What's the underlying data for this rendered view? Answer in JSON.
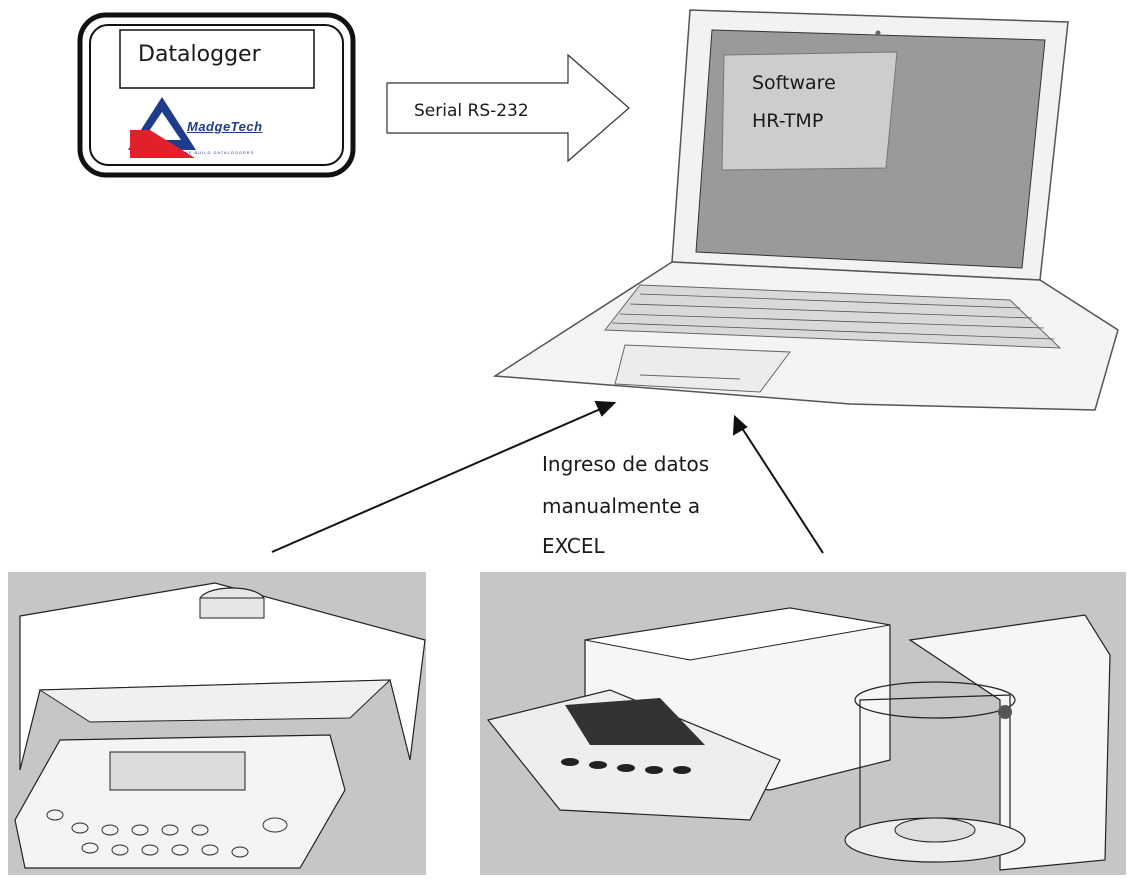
{
  "datalogger": {
    "label": "Datalogger",
    "brand": "MadgeTech",
    "tagline": "WE BUILD DATALOGGERS"
  },
  "connection": {
    "label": "Serial RS-232"
  },
  "software": {
    "line1": "Software",
    "line2": "HR-TMP"
  },
  "manual_entry": {
    "line1": "Ingreso de datos",
    "line2": "manualmente a",
    "line3": "EXCEL"
  },
  "colors": {
    "logo_blue": "#1d3c8c",
    "logo_red": "#e0202a",
    "photo_bg": "#c6c6c8",
    "screen": "#9a9a9a"
  }
}
